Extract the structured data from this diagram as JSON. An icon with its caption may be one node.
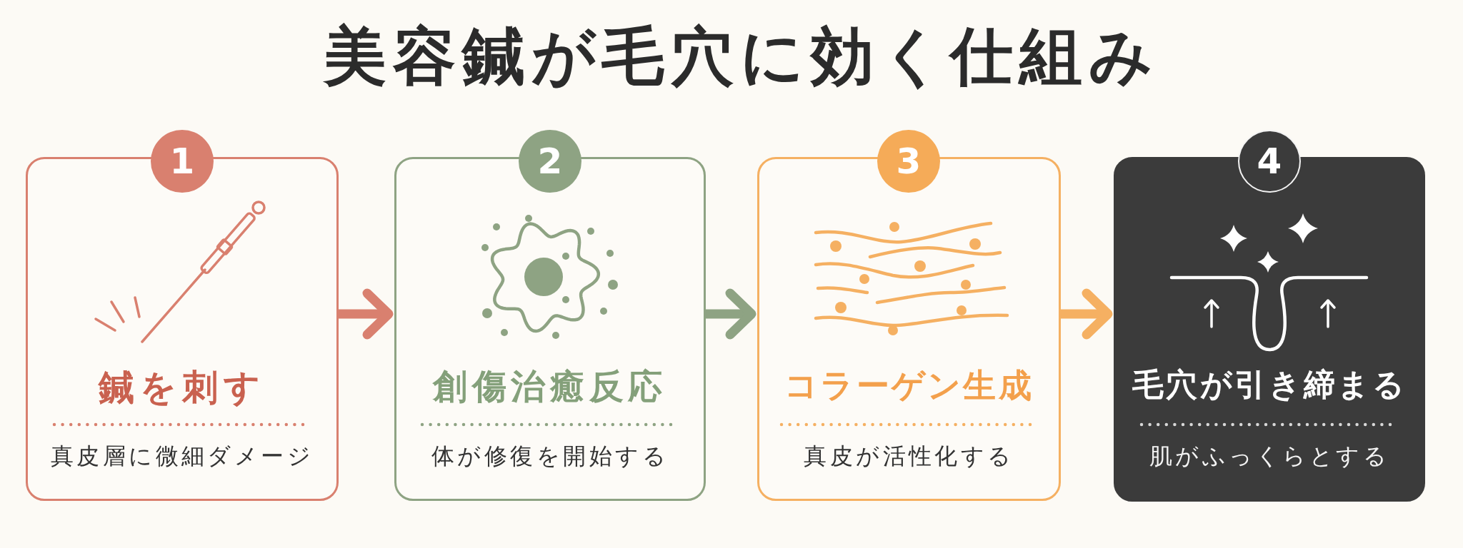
{
  "diagram": {
    "title": "美容鍼が毛穴に効く仕組み",
    "nodes": [
      {
        "text": [
          "1"
        ]
      },
      {
        "text": [
          "鍼を刺す",
          "真皮層に微細ダメージ"
        ]
      },
      {
        "text": [
          "2"
        ]
      },
      {
        "text": [
          "創傷治癒反応",
          "体が修復を開始する"
        ]
      },
      {
        "text": [
          "3"
        ]
      },
      {
        "text": [
          "コラーゲン生成",
          "真皮が活性化する"
        ]
      },
      {
        "text": [
          "4"
        ]
      },
      {
        "text": [
          "毛穴が引き締まる",
          "肌がふっくらとする"
        ]
      }
    ],
    "edges": [
      {
        "from": 1,
        "to": 3,
        "arrow": "to",
        "color": "#d9806f"
      },
      {
        "from": 3,
        "to": 5,
        "arrow": "to",
        "color": "#8ea383"
      },
      {
        "from": 5,
        "to": 7,
        "arrow": "to",
        "color": "#f5b062"
      }
    ]
  }
}
